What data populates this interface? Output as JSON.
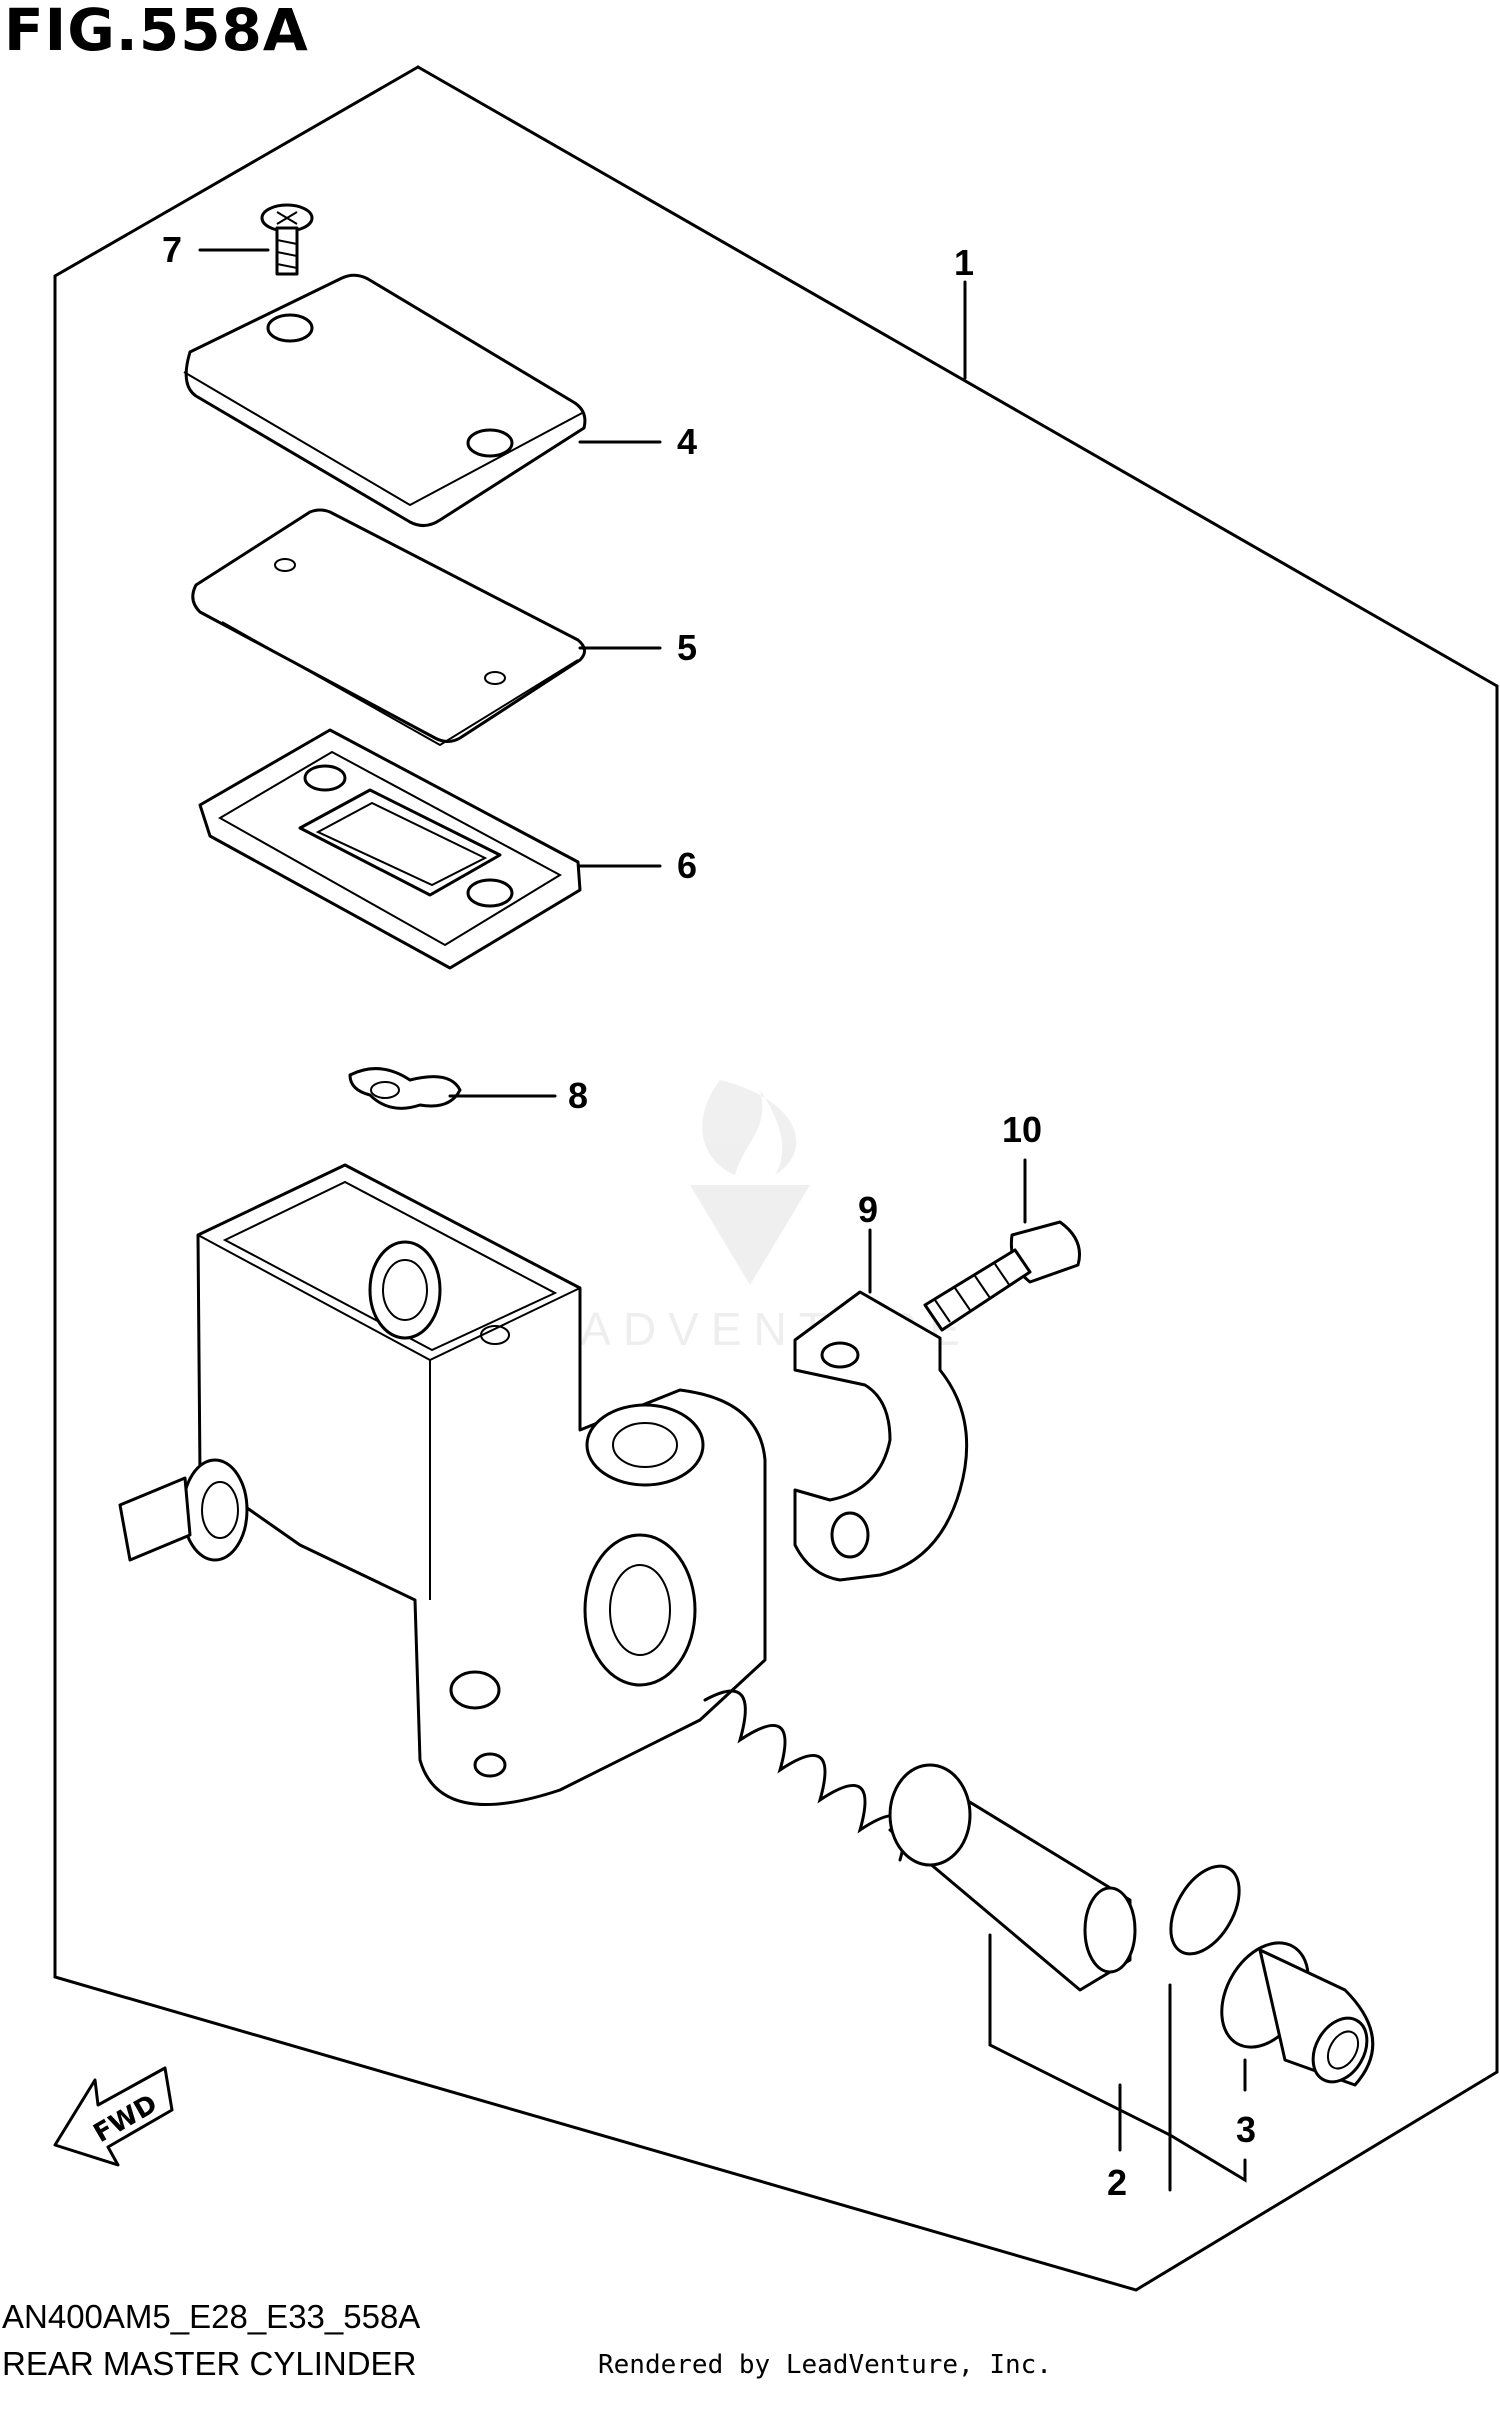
{
  "figure": {
    "title": "FIG.558A",
    "model_code": "AN400AM5_E28_E33_558A",
    "diagram_name": "REAR MASTER CYLINDER",
    "rendered_by": "Rendered by LeadVenture, Inc."
  },
  "watermark": {
    "text": "LEADVENTURE"
  },
  "direction_indicator": {
    "label": "FWD"
  },
  "callouts": [
    "1",
    "2",
    "3",
    "4",
    "5",
    "6",
    "7",
    "8",
    "9",
    "10"
  ]
}
